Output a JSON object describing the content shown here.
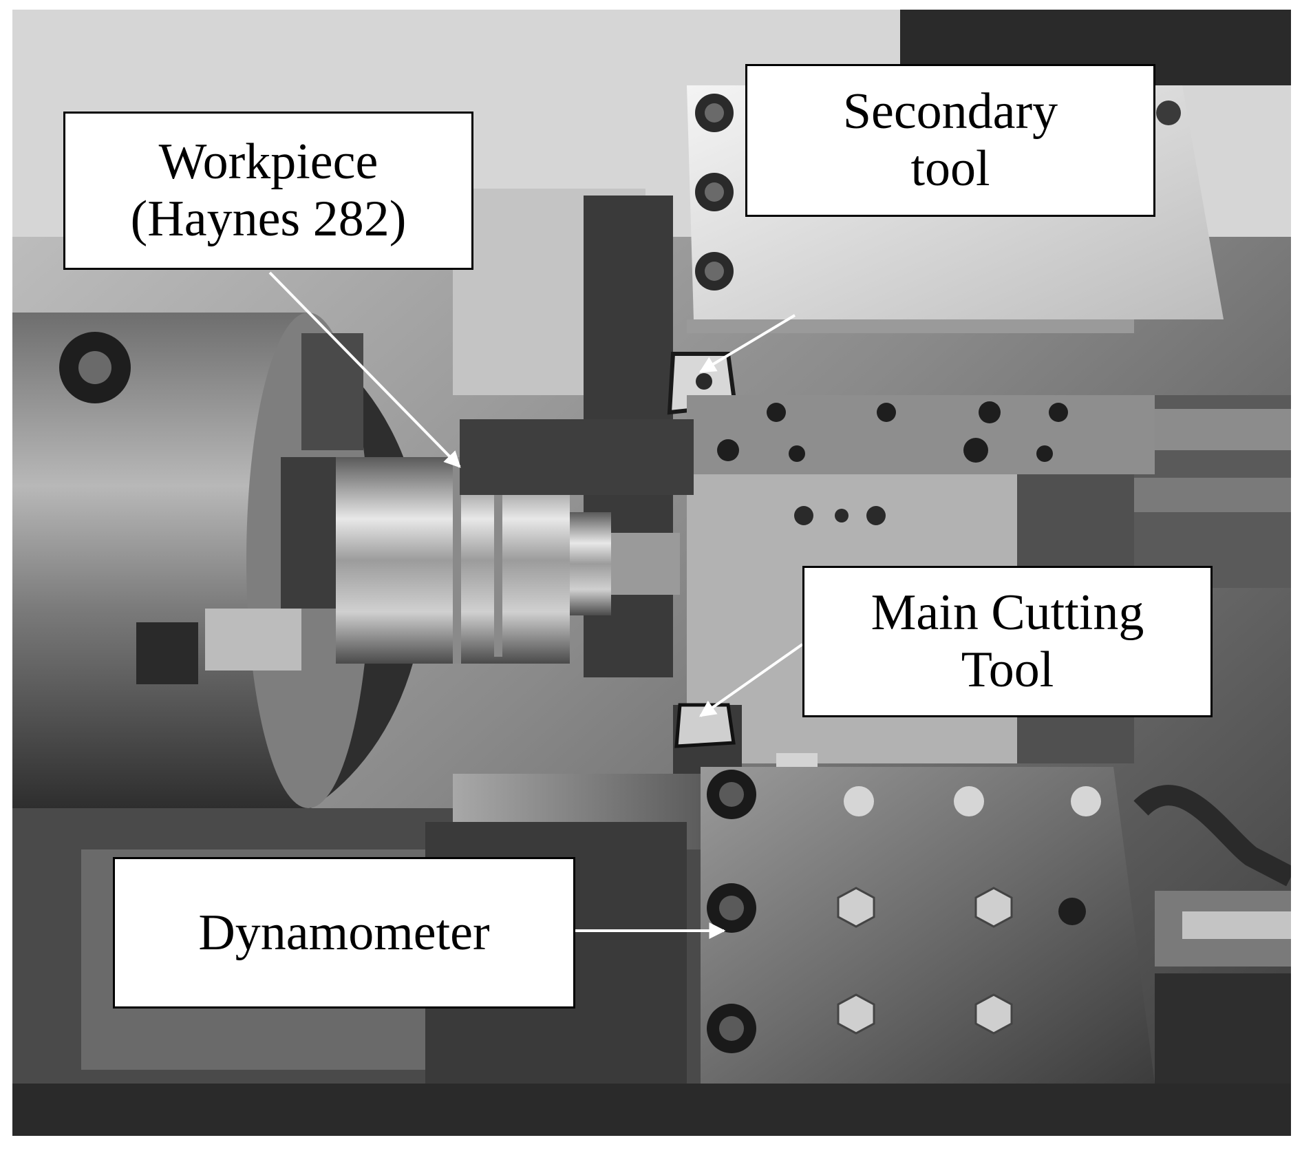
{
  "figure": {
    "style": "grayscale photograph of a CNC lathe turning setup with labeled callout boxes and white arrows",
    "labels": {
      "workpiece": {
        "line1": "Workpiece",
        "line2": "(Haynes 282)"
      },
      "secondary_tool": {
        "line1": "Secondary",
        "line2": "tool"
      },
      "main_cutting_tool": {
        "line1": "Main Cutting",
        "line2": "Tool"
      },
      "dynamometer": {
        "line1": "Dynamometer"
      }
    },
    "colors": {
      "callout_fill": "#ffffff",
      "callout_border": "#000000",
      "arrow": "#ffffff"
    }
  }
}
